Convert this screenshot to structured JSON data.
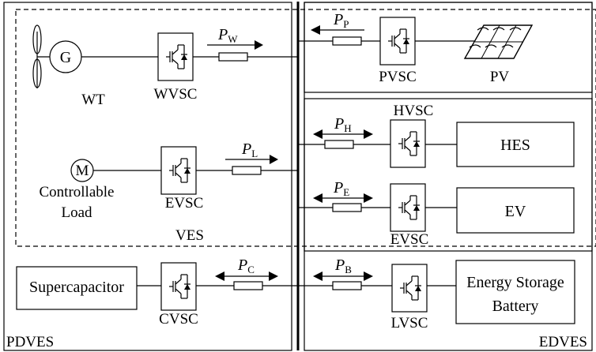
{
  "labels": {
    "wt": "WT",
    "wvsc": "WVSC",
    "pvsc": "PVSC",
    "pv": "PV",
    "hvsc": "HVSC",
    "hes": "HES",
    "controllable_line1": "Controllable",
    "controllable_line2": "Load",
    "evsc_load": "EVSC",
    "evsc_ev": "EVSC",
    "ev": "EV",
    "ves": "VES",
    "supercapacitor": "Supercapacitor",
    "cvsc": "CVSC",
    "storage_line1": "Energy Storage",
    "storage_line2": "Battery",
    "lvsc": "LVSC",
    "pdves": "PDVES",
    "edves": "EDVES",
    "generator_symbol": "G",
    "motor_symbol": "M"
  },
  "power_flows": {
    "p_w": {
      "symbol": "P",
      "subscript": "W"
    },
    "p_p": {
      "symbol": "P",
      "subscript": "P"
    },
    "p_h": {
      "symbol": "P",
      "subscript": "H"
    },
    "p_l": {
      "symbol": "P",
      "subscript": "L"
    },
    "p_e": {
      "symbol": "P",
      "subscript": "E"
    },
    "p_c": {
      "symbol": "P",
      "subscript": "C"
    },
    "p_b": {
      "symbol": "P",
      "subscript": "B"
    }
  }
}
